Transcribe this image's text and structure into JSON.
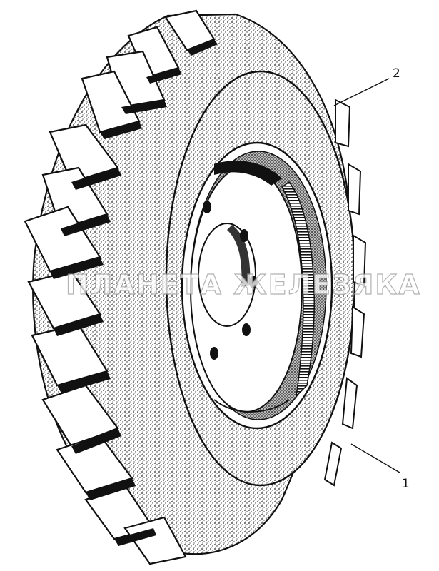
{
  "diagram": {
    "callouts": [
      {
        "id": "callout-1",
        "label": "1"
      },
      {
        "id": "callout-2",
        "label": "2"
      }
    ],
    "watermark": "ПЛАНЕТА ЖЕЛЕЗЯКА"
  },
  "colors": {
    "ink": "#111111",
    "paper": "#ffffff",
    "stipple": "#2a2a2a"
  },
  "icons": {
    "illustration": "tractor-wheel-tire-icon"
  }
}
